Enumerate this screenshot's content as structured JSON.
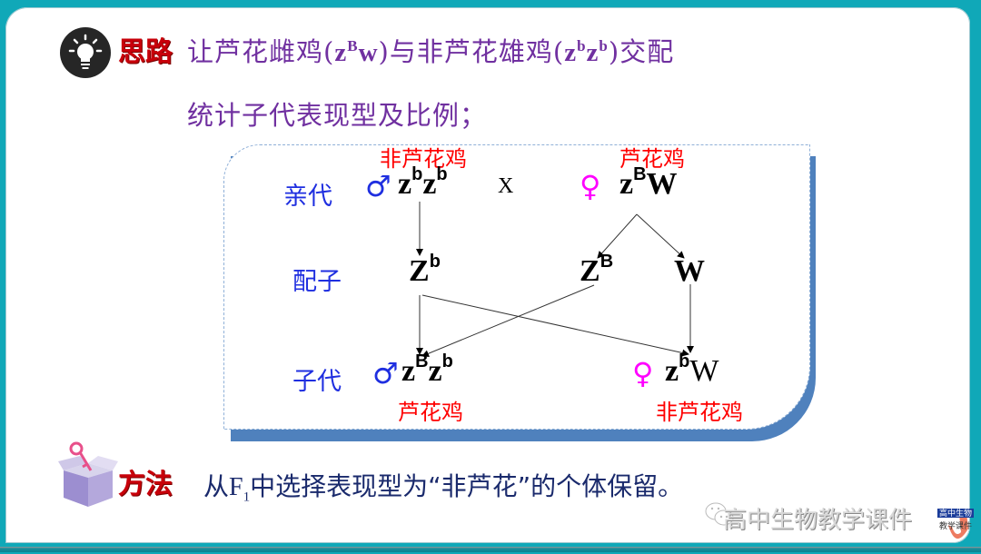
{
  "slide": {
    "colors": {
      "frame": "#10a8b8",
      "heading_red": "#c8000a",
      "idea_purple": "#7030a0",
      "row_label_blue": "#1f2fe0",
      "phenotype_red": "#ff0000",
      "female_magenta": "#ff00ff",
      "diagram_shadow": "#4f81bd",
      "method_text": "#1a2a6c"
    }
  },
  "idea": {
    "icon": "lightbulb-icon",
    "heading": "思路",
    "line1_prefix": "让芦花雌鸡",
    "line1_female_genotype": {
      "base1": "z",
      "sup1": "B",
      "base2": "w"
    },
    "line1_middle": "与非芦花雄鸡",
    "line1_male_genotype": {
      "base1": "z",
      "sup1": "b",
      "base2": "z",
      "sup2": "b"
    },
    "line1_suffix": "交配",
    "line2": "统计子代表现型及比例；"
  },
  "diagram": {
    "rows": {
      "parents": "亲代",
      "gametes": "配子",
      "offspring": "子代"
    },
    "parents": {
      "male": {
        "symbol": "♂",
        "phenotype": "非芦花鸡",
        "genotype": {
          "base1": "z",
          "sup1": "b",
          "base2": "z",
          "sup2": "b"
        }
      },
      "cross_symbol": "X",
      "female": {
        "symbol": "♀",
        "phenotype": "芦花鸡",
        "genotype": {
          "base1": "z",
          "sup1": "B",
          "base2": "W"
        }
      }
    },
    "gametes": [
      {
        "base": "Z",
        "sup": "b"
      },
      {
        "base": "Z",
        "sup": "B"
      },
      {
        "base": "W",
        "sup": ""
      }
    ],
    "offspring": {
      "male": {
        "symbol": "♂",
        "phenotype": "芦花鸡",
        "genotype": {
          "base1": "z",
          "sup1": "B",
          "base2": "z",
          "sup2": "b"
        }
      },
      "female": {
        "symbol": "♀",
        "phenotype": "非芦花鸡",
        "genotype": {
          "base1": "z",
          "sup1": "b",
          "base2": "W"
        }
      }
    }
  },
  "method": {
    "icon": "key-box-icon",
    "heading": "方法",
    "text_prefix": "从",
    "generation": "F",
    "generation_sub": "1",
    "text_suffix": "中选择表现型为“非芦花”的个体保留。"
  },
  "watermark": {
    "icon": "wechat-icon",
    "text": "高中生物教学课件",
    "badge_line1": "高中生物",
    "badge_line2": "教学课件"
  }
}
